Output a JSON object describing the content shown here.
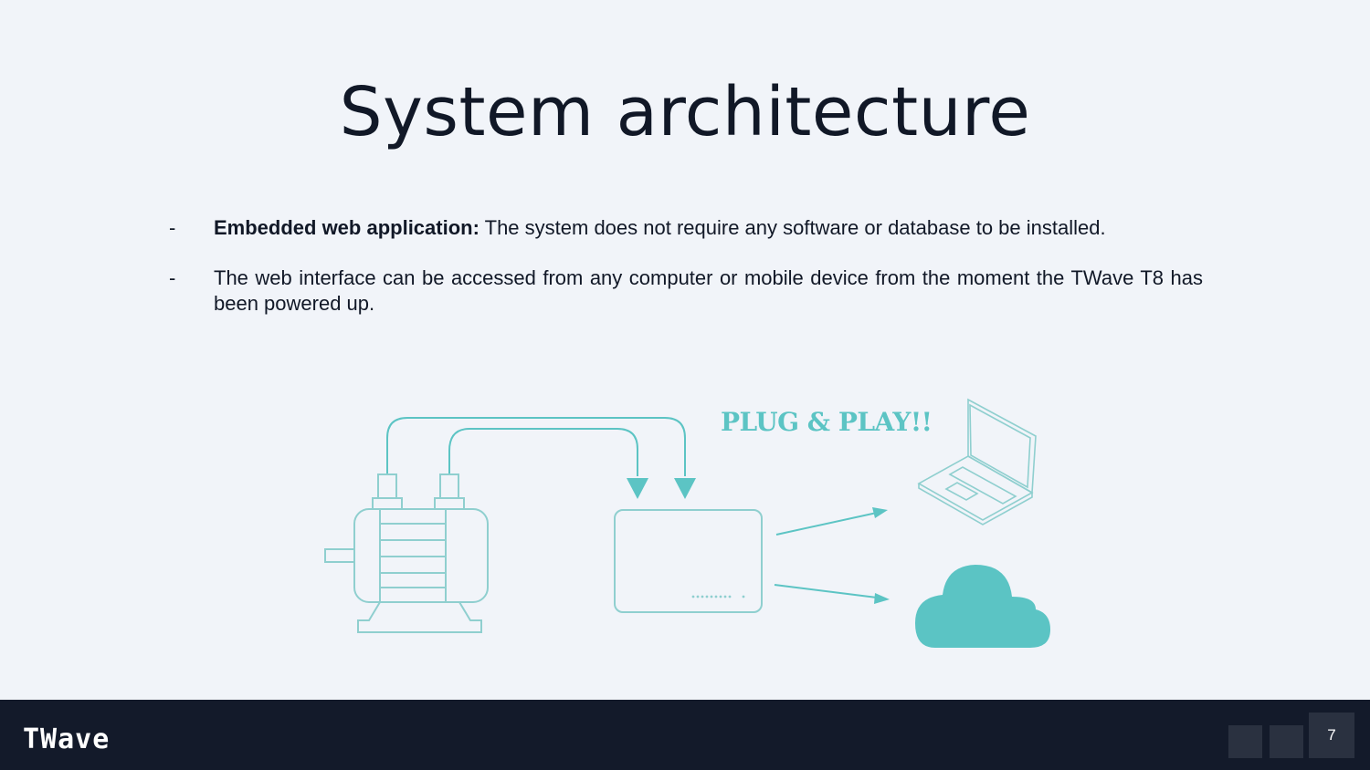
{
  "slide": {
    "title": "System architecture",
    "bullets": [
      {
        "dash": "-",
        "bold": "Embedded web application:",
        "text": " The system does not require any software or database to be installed."
      },
      {
        "dash": "-",
        "bold": "",
        "text": "The web interface can be accessed from any computer or mobile device from the moment the TWave T8 has been powered up."
      }
    ],
    "diagram": {
      "tagline": "PLUG & PLAY!!",
      "accent_color": "#5cc4c4",
      "icons": [
        "motor-icon",
        "device-icon",
        "laptop-icon",
        "cloud-icon"
      ]
    }
  },
  "footer": {
    "logo": "TWave",
    "page_number": "7"
  }
}
